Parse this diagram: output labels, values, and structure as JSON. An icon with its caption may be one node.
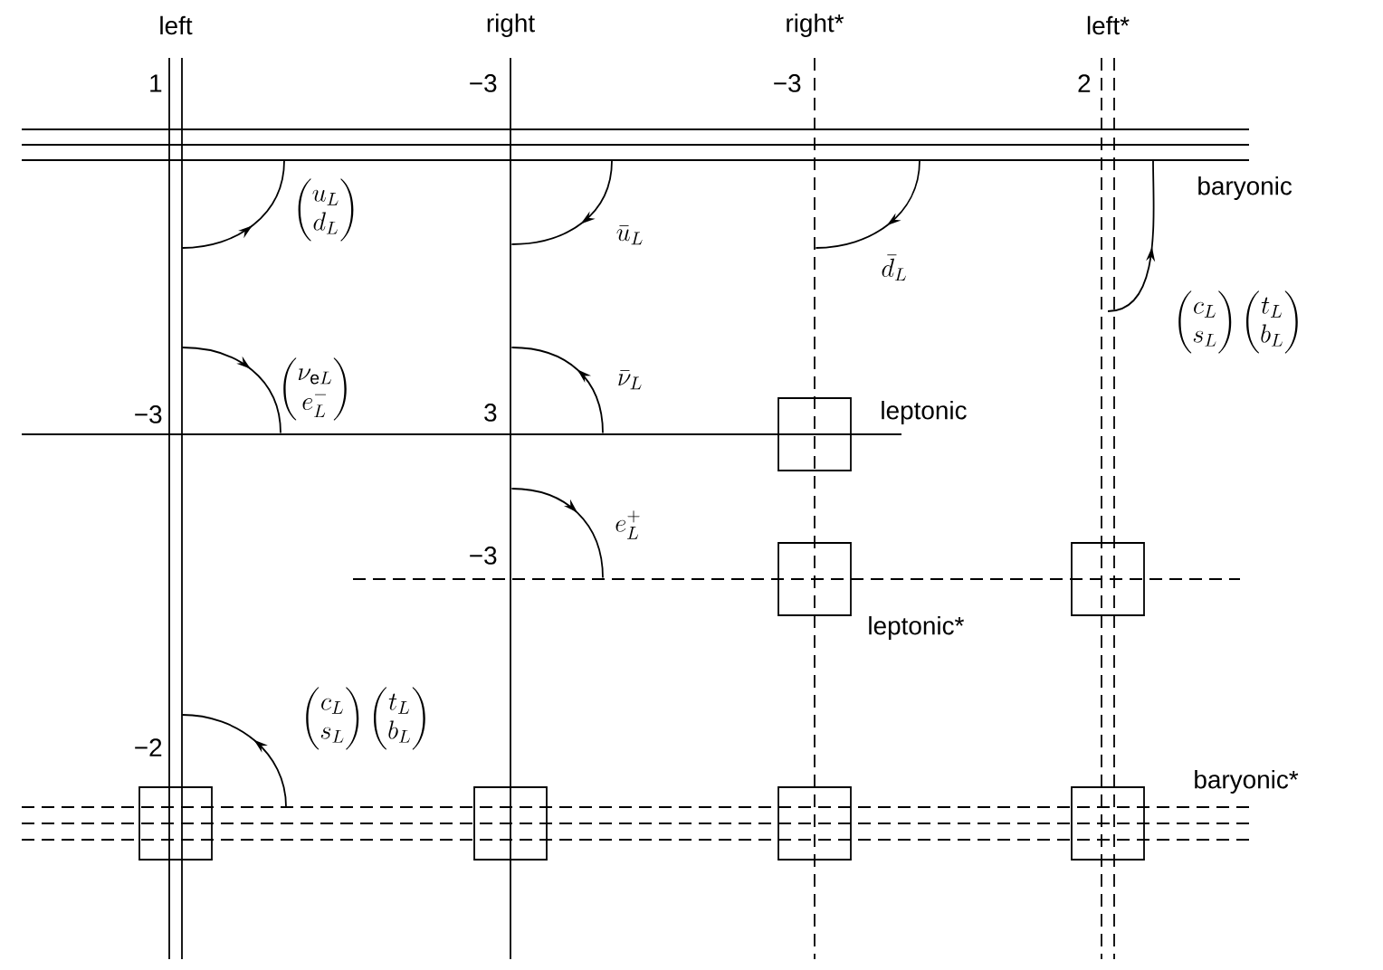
{
  "diagram": {
    "nodes": [
      {
        "text": [
          "left"
        ]
      },
      {
        "text": [
          "right"
        ]
      },
      {
        "text": [
          "right*"
        ]
      },
      {
        "text": [
          "left*"
        ]
      },
      {
        "text": [
          "baryonic"
        ]
      },
      {
        "text": [
          "leptonic"
        ]
      },
      {
        "text": [
          "leptonic*"
        ]
      },
      {
        "text": [
          "baryonic*"
        ]
      },
      {
        "text": [],
        "shape": "box"
      },
      {
        "text": [],
        "shape": "box"
      },
      {
        "text": [],
        "shape": "box"
      },
      {
        "text": [],
        "shape": "box"
      },
      {
        "text": [],
        "shape": "box"
      },
      {
        "text": [],
        "shape": "box"
      },
      {
        "text": [],
        "shape": "box"
      }
    ],
    "edges": [
      {
        "from": 0,
        "to": 4,
        "arrow": "to",
        "label": "\\begin{pmatrix}u_L\\\\d_L\\end{pmatrix}"
      },
      {
        "from": 4,
        "to": 1,
        "arrow": "to",
        "label": "\\bar{u}_L"
      },
      {
        "from": 4,
        "to": 2,
        "arrow": "to",
        "label": "\\bar{d}_L"
      },
      {
        "from": 3,
        "to": 4,
        "arrow": "to",
        "label": "\\begin{pmatrix}c_L\\\\s_L\\end{pmatrix}\\begin{pmatrix}t_L\\\\b_L\\end{pmatrix}"
      },
      {
        "from": 0,
        "to": 5,
        "arrow": "to",
        "label": "\\begin{pmatrix}\\nu_{\\mathrm{e}L}\\\\e_L^-\\end{pmatrix}"
      },
      {
        "from": 5,
        "to": 1,
        "arrow": "to",
        "label": "\\bar{\\nu}_L"
      },
      {
        "from": 1,
        "to": 6,
        "arrow": "to",
        "label": "e_L^+"
      },
      {
        "from": 7,
        "to": 0,
        "arrow": "to",
        "label": "\\begin{pmatrix}c_L\\\\s_L\\end{pmatrix}\\begin{pmatrix}t_L\\\\b_L\\end{pmatrix}"
      }
    ],
    "labels": [
      "1",
      "−3",
      "−3",
      "2",
      "−3",
      "3",
      "−3",
      "−2"
    ]
  }
}
